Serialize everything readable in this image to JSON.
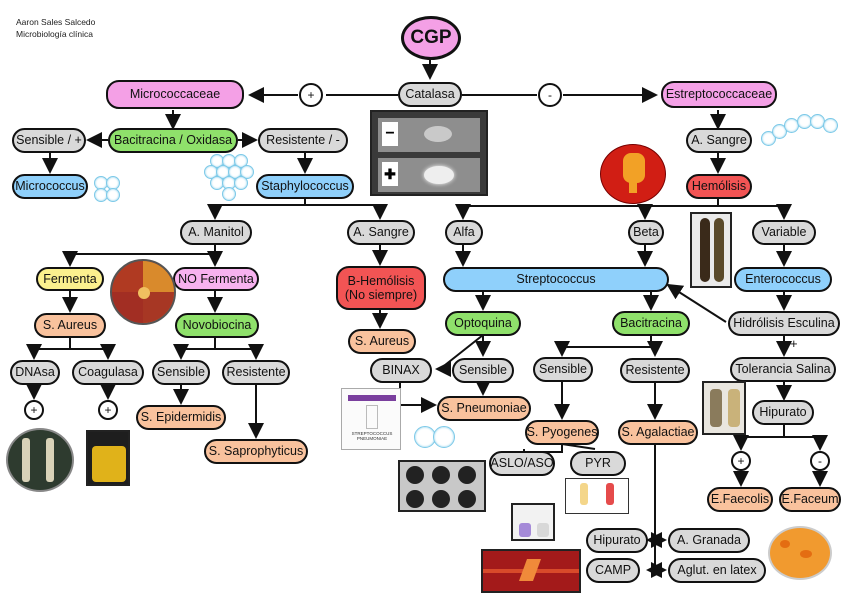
{
  "author": {
    "name": "Aaron Sales Salcedo",
    "subject": "Microbiología clínica"
  },
  "nodes": {
    "cgp": "CGP",
    "catalasa": "Catalasa",
    "plus_catalasa": "+",
    "minus_catalasa": "-",
    "micrococcaceae": "Micrococcaceae",
    "estreptococcaceae": "Estreptococcaceae",
    "bacitracina_oxidasa": "Bacitracina / Oxidasa",
    "sensible_plus": "Sensible / +",
    "resistente_minus": "Resistente / -",
    "micrococcus": "Micrococcus",
    "staphylococcus": "Staphylococcus",
    "a_manitol": "A. Manitol",
    "a_sangre_staph": "A. Sangre",
    "fermenta": "Fermenta",
    "no_fermenta": "NO Fermenta",
    "s_aureus_1": "S. Aureus",
    "novobiocina": "Novobiocina",
    "dnasa": "DNAsa",
    "coagulasa": "Coagulasa",
    "plus_dnasa": "+",
    "plus_coagulasa": "+",
    "sensible_novo": "Sensible",
    "resistente_novo": "Resistente",
    "s_epidermidis": "S. Epidermidis",
    "s_saprophyticus": "S. Saprophyticus",
    "b_hemolisis": "B-Hemólisis\n(No siempre)",
    "s_aureus_2": "S. Aureus",
    "a_sangre_strep": "A. Sangre",
    "hemolisis": "Hemólisis",
    "alfa": "Alfa",
    "beta": "Beta",
    "variable": "Variable",
    "streptococcus": "Streptococcus",
    "enterococcus": "Enterococcus",
    "optoquina": "Optoquina",
    "bacitracina": "Bacitracina",
    "hidrolisis": "Hidrólisis Esculina",
    "plus_hidrolisis": "+",
    "binax": "BINAX",
    "sensible_opto": "Sensible",
    "s_pneumoniae": "S. Pneumoniae",
    "sensible_baci": "Sensible",
    "resistente_baci": "Resistente",
    "tolerancia": "Tolerancia Salina",
    "s_pyogenes": "S. Pyogenes",
    "s_agalactiae": "S. Agalactiae",
    "hipurato_entero": "Hipurato",
    "aslo": "ASLO/ASO",
    "pyr": "PYR",
    "plus_hip": "+",
    "minus_hip": "-",
    "e_faecolis": "E.Faecolis",
    "e_faecum": "E.Faceum",
    "hipurato_agal": "Hipurato",
    "a_granada": "A. Granada",
    "camp": "CAMP",
    "aglut": "Aglut. en latex"
  },
  "photo_labels": {
    "catalase_neg": "−",
    "catalase_pos": "✚",
    "binax_title": "STREPTOCOCCUS PNEUMONIAE"
  },
  "colors": {
    "gray": "#d9d9d9",
    "pink": "#f4a0e6",
    "green": "#8fe16b",
    "blue": "#8fd0fb",
    "peach": "#f9c29d",
    "red": "#f25454",
    "yellow": "#fbf08e"
  }
}
